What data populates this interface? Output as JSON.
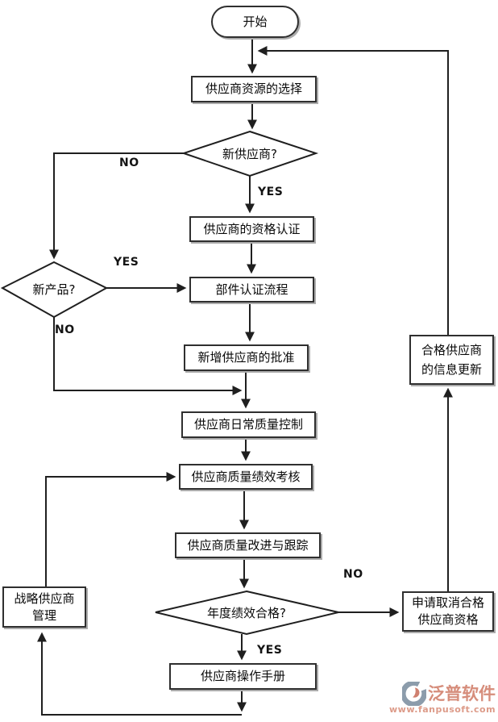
{
  "nodes": {
    "start": "开始",
    "resource_selection": "供应商资源的选择",
    "new_supplier_q": "新供应商?",
    "qualification_cert": "供应商的资格认证",
    "new_product_q": "新产品?",
    "component_cert": "部件认证流程",
    "new_supplier_approval": "新增供应商的批准",
    "daily_quality_control": "供应商日常质量控制",
    "quality_performance_review": "供应商质量绩效考核",
    "quality_improvement_tracking": "供应商质量改进与跟踪",
    "annual_performance_q": "年度绩效合格?",
    "operation_manual": "供应商操作手册",
    "strategic_supplier_mgmt": "战略供应商管理",
    "cancel_qualification": "申请取消合格供应商资格",
    "qualified_supplier_update": "合格供应商的信息更新"
  },
  "edge_labels": {
    "new_supplier_no": "NO",
    "new_supplier_yes": "YES",
    "new_product_yes": "YES",
    "new_product_no": "NO",
    "annual_no": "NO",
    "annual_yes": "YES"
  },
  "logo": {
    "brand": "泛普软件",
    "website": "www.fanpusoft.com"
  },
  "colors": {
    "line": "#1f1f1f",
    "box_border": "#2f2f2f",
    "box_shadow": "#ababab",
    "logo_salmon": "#d68d7b",
    "logo_gray_blue": "#8c9cab"
  }
}
